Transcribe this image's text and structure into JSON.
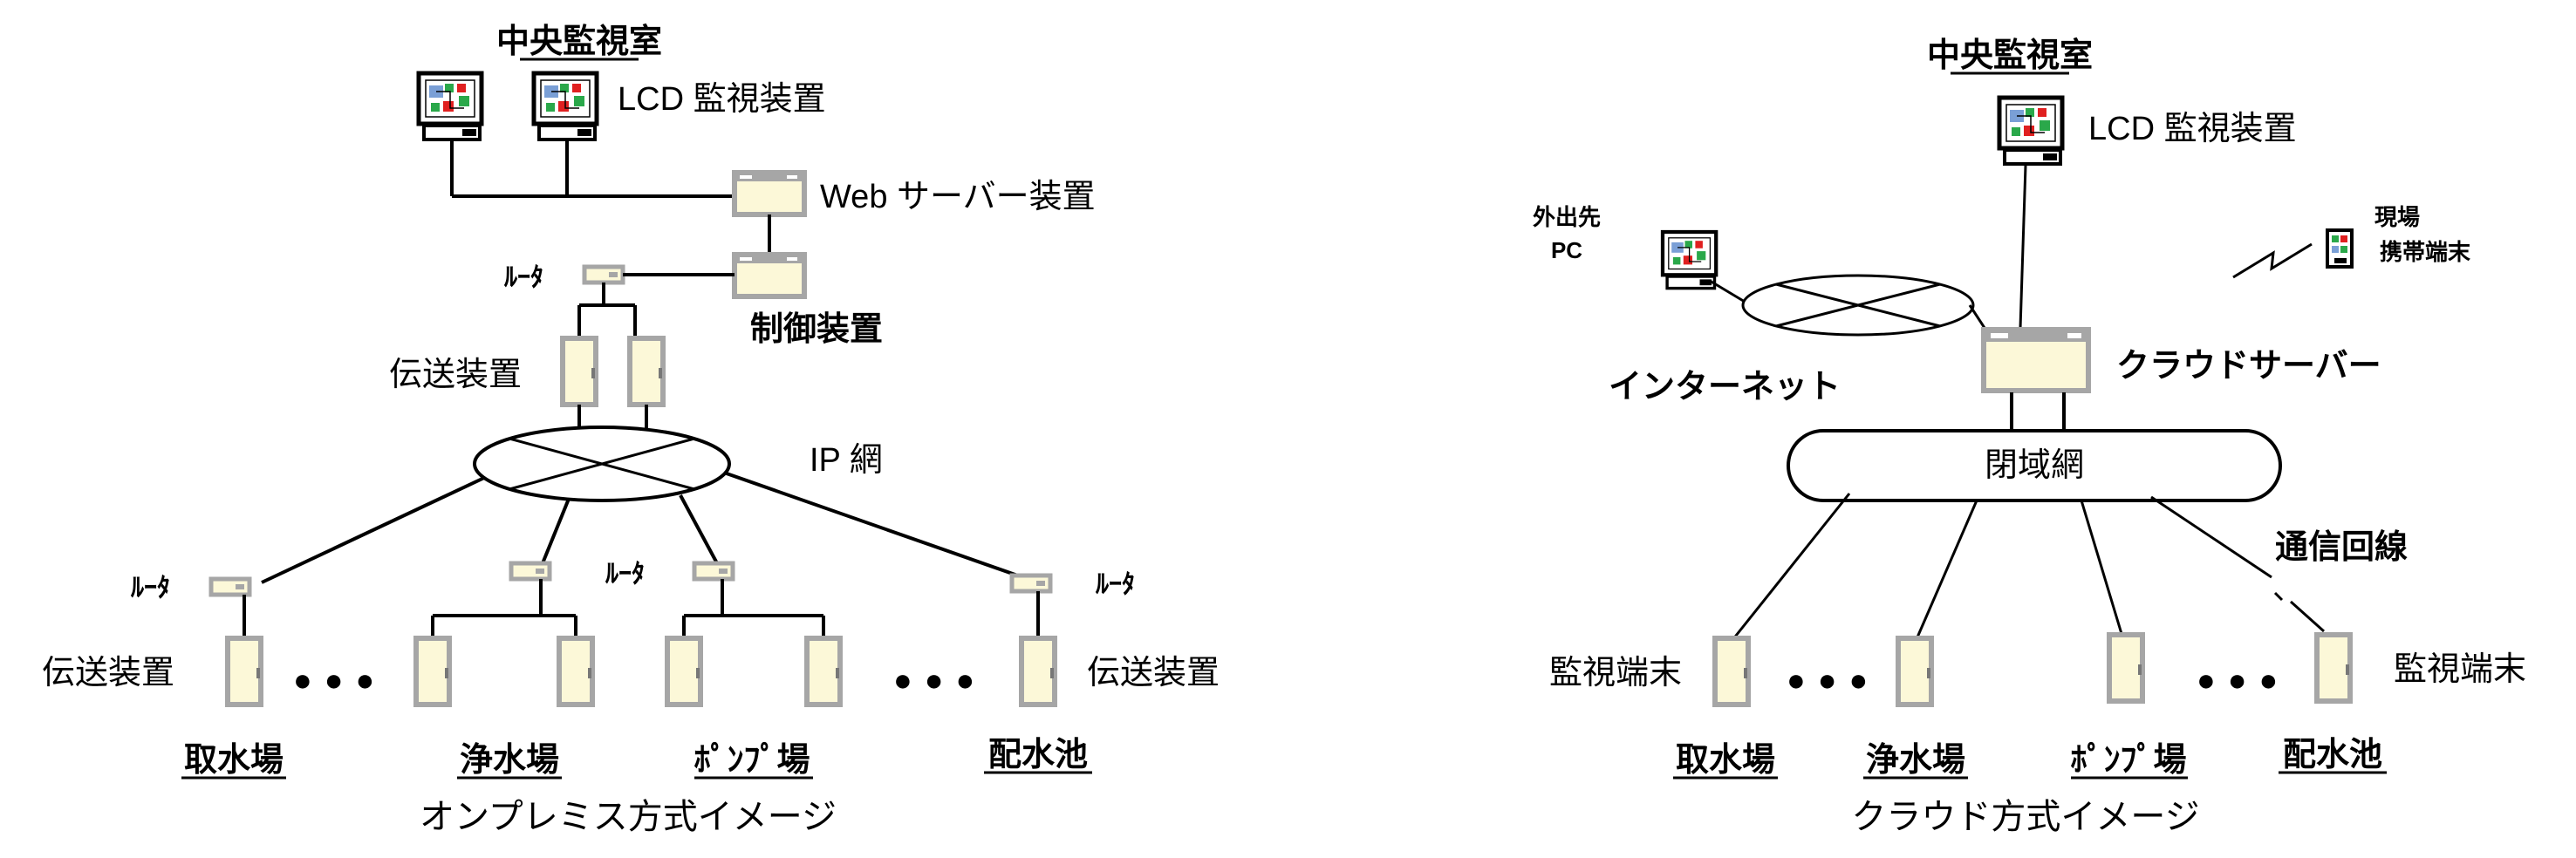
{
  "onprem": {
    "central_room": "中央監視室",
    "lcd": "LCD 監視装置",
    "web_server": "Web サーバー装置",
    "router": "ﾙｰﾀ",
    "control": "制御装置",
    "transmission": "伝送装置",
    "ip_network": "IP 網",
    "ellipsis": "● ● ●",
    "sites": [
      "取水場",
      "浄水場",
      "ﾎﾟﾝﾌﾟ場",
      "配水池"
    ],
    "caption": "オンプレミス方式イメージ"
  },
  "cloud": {
    "central_room": "中央監視室",
    "lcd": "LCD 監視装置",
    "outside_pc": [
      "外出先",
      "PC"
    ],
    "field_terminal": [
      "現場",
      "携帯端末"
    ],
    "internet": "インターネット",
    "cloud_server": "クラウドサーバー",
    "closed_network": "閉域網",
    "comm_line": "通信回線",
    "monitor_terminal": "監視端末",
    "ellipsis": "● ● ●",
    "sites": [
      "取水場",
      "浄水場",
      "ﾎﾟﾝﾌﾟ場",
      "配水池"
    ],
    "caption": "クラウド方式イメージ"
  },
  "colors": {
    "device_fill": "#fcf8d8",
    "device_frame": "#a6a6a6",
    "screen_red": "#e02020",
    "screen_green": "#2aa84a",
    "screen_blue": "#7a9fd6"
  }
}
